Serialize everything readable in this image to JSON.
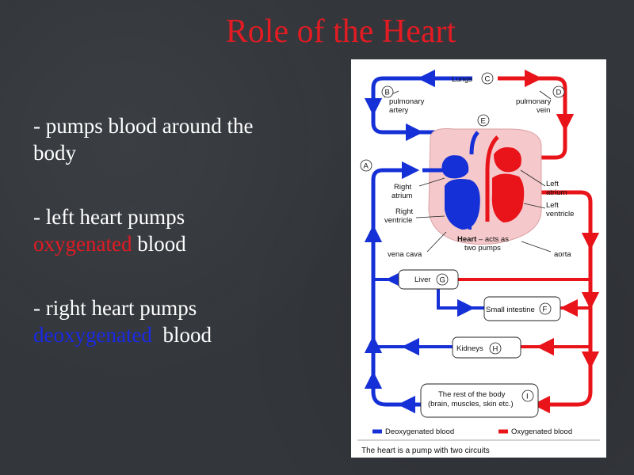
{
  "slide": {
    "title": "Role of the Heart",
    "bullets": {
      "b1_line1": "- pumps blood around the",
      "b1_line2": "body",
      "b2_line1": "- left heart pumps",
      "b2_word": "oxygenated",
      "b2_rest": " blood",
      "b3_line1": "- right heart pumps",
      "b3_word": "deoxygenated",
      "b3_rest": "  blood"
    }
  },
  "diagram": {
    "labels": {
      "lungs": "Lungs",
      "c": "C",
      "b": "B",
      "d": "D",
      "pulmonary_artery_1": "pulmonary",
      "pulmonary_artery_2": "artery",
      "pulmonary_vein_1": "pulmonary",
      "pulmonary_vein_2": "vein",
      "e": "E",
      "a": "A",
      "right_atrium_1": "Right",
      "right_atrium_2": "atrium",
      "right_ventricle_1": "Right",
      "right_ventricle_2": "ventricle",
      "left_atrium_1": "Left",
      "left_atrium_2": "atrium",
      "left_ventricle_1": "Left",
      "left_ventricle_2": "ventricle",
      "heart_1": "Heart",
      "heart_1b": " – acts as",
      "heart_2": "two pumps",
      "vena_cava": "vena cava",
      "aorta": "aorta",
      "liver": "Liver",
      "g": "G",
      "small_intestine": "Small intestine",
      "f": "F",
      "kidneys": "Kidneys",
      "h": "H",
      "rest_1": "The rest of the body",
      "rest_2": "(brain, muscles, skin etc.)",
      "i": "I",
      "legend_deoxy": "Deoxygenated blood",
      "legend_oxy": "Oxygenated blood",
      "caption": "The heart is a pump with two circuits"
    },
    "colors": {
      "oxygenated": "#e8141a",
      "deoxygenated": "#1530d6",
      "heart": "#f5c9cb"
    }
  }
}
